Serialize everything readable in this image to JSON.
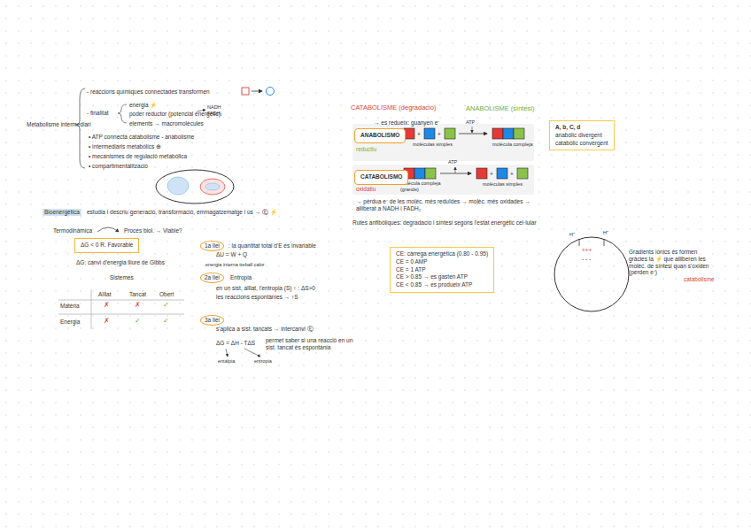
{
  "diagram": {
    "nodes": [
      {
        "text": [
          "ΔG < 0 R. Favorable"
        ]
      },
      {
        "text": [
          "ANABOLISMO"
        ]
      },
      {
        "text": [
          "CATABOLISMO"
        ]
      },
      {
        "text": [
          "A, b, C, d",
          "anabòlic divergent",
          "catabòlic convergent"
        ]
      },
      {
        "text": [
          "CE: càrrega energètica (0.80 - 0.95)",
          "CE = 0 AMP",
          "CE = 1 ATP",
          "CE > 0.85 → es gasten ATP",
          "CE < 0.85 → es produeix ATP"
        ]
      }
    ],
    "labels": [
      "Metabolisme intermediari",
      "- reaccions químiques connectades transformen",
      "- finalitat",
      "energia ⚡",
      "poder reductor (potencial energètic)",
      "NADH FADH₂",
      "elements → macromolècules",
      "• ATP connecta catabolisme - anabolisme",
      "• intermediaris metabòlics ⊕",
      "• mecanismes de regulació metabòlica",
      "• compartimentalització",
      "Bioenergètica",
      "estudia i descriu generació, transformació, emmagatzematge i ús → Ⓔ ⚡",
      "Termodinàmica",
      "Procés biol. → Viable?",
      "ΔG: canvi d'energia lliure de Gibbs",
      "Sistemes",
      "Aïllat",
      "Tancat",
      "Obert",
      "Matèria",
      "✗",
      "✗",
      "✓",
      "Energia",
      "✗",
      "✓",
      "✓",
      "1a llei",
      ": la quantitat total d'E és invariable",
      "ΔU = W + Q",
      "energia interna treball calor",
      "2a llei",
      "Entropia",
      "en un sist. aïllat, l'entropia (S) ↑ : ΔS>0",
      "les reaccions espontànies → ↑S",
      "3a llei",
      "s'aplica a sist. tancats → intercanvi Ⓔ",
      "ΔG = ΔH - TΔS",
      "permet saber si una reacció en un sist. tancat és espontània",
      "entalpia",
      "entropia",
      "CATABOLISME (degradació)",
      "ANABOLISME (síntesi)",
      "→ es redueix: guanyen e⁻",
      "reductiu",
      "ATP",
      "+",
      "+",
      "moléculas simples",
      "molécula compleja",
      "ATP",
      "oxidatiu",
      "molécula compleja (grande)",
      "+",
      "+",
      "moléculas simples",
      "→ pèrdua e⁻ de les molèc. més reduïdes → molèc. més oxidades → alliberat a NADH i FADH₂",
      "Rutes anfibòliques: degradació i síntesi segons l'estat energètic cel·lular",
      "H⁺",
      "H⁺",
      "+++",
      "- - -",
      "Gradients iònics és formen gràcies la ⚡ que alliberen les molèc. de síntesi quan s'oxiden (perden e⁻)",
      "catabolisme"
    ]
  }
}
